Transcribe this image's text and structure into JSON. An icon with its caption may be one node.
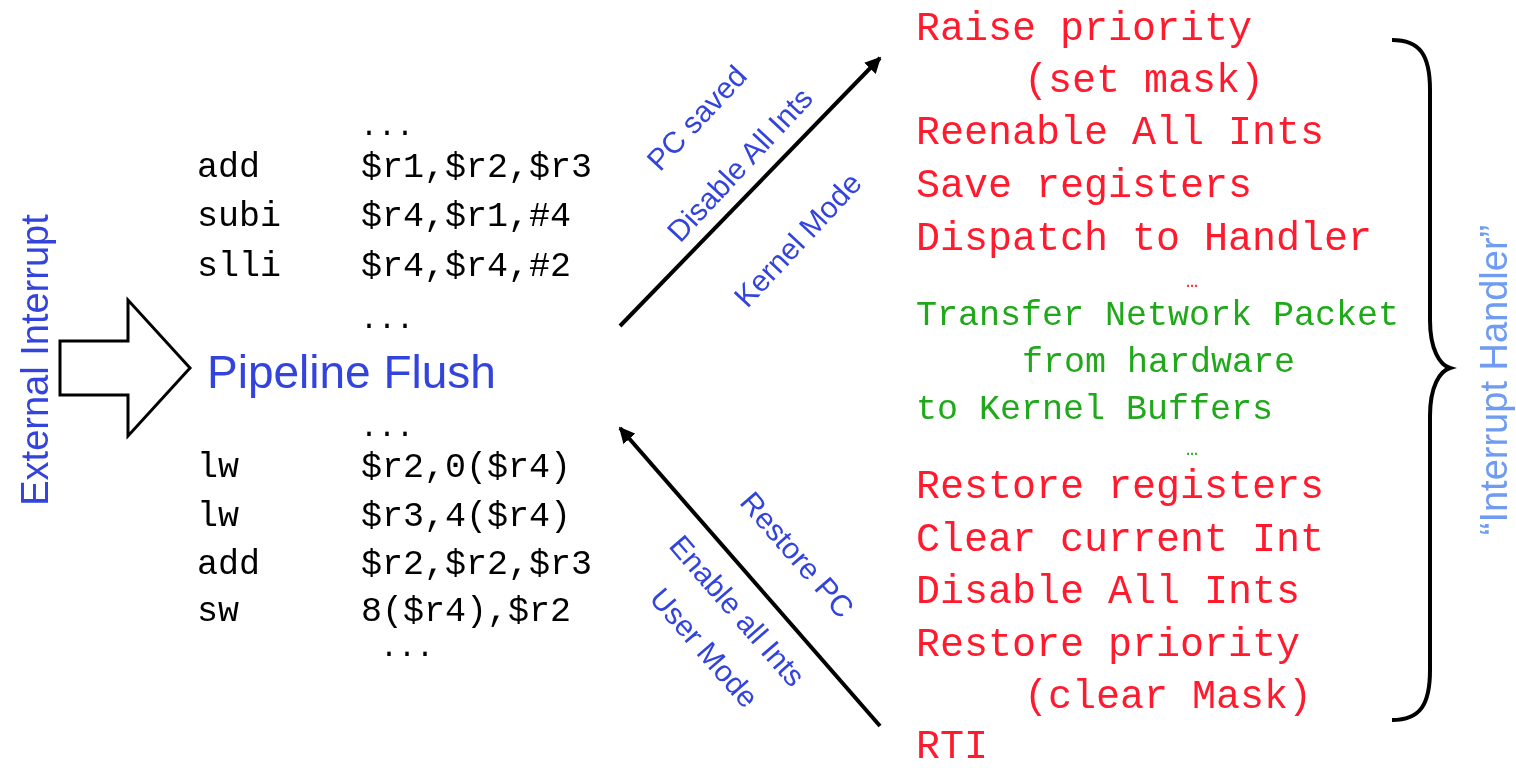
{
  "diagram": {
    "nodes": [
      {
        "text": [
          "External Interrupt"
        ]
      },
      {
        "text": [
          "...",
          "add $r1,$r2,$r3",
          "subi $r4,$r1,#4",
          "slli $r4,$r4,#2",
          "...",
          "Pipeline Flush",
          "...",
          "lw $r2,0($r4)",
          "lw $r3,4($r4)",
          "add $r2,$r2,$r3",
          "sw 8($r4),$r2",
          "..."
        ]
      },
      {
        "text": [
          "Raise priority (set mask)",
          "Reenable All Ints",
          "Save registers",
          "Dispatch to Handler",
          "…",
          "Transfer Network Packet from hardware to Kernel Buffers",
          "…",
          "Restore registers",
          "Clear current Int",
          "Disable All Ints",
          "Restore priority (clear Mask)",
          "RTI"
        ]
      }
    ],
    "edges": [
      {
        "from": 0,
        "to": 1,
        "arrow": "to",
        "style": "thick"
      },
      {
        "from": 1,
        "to": 2,
        "arrow": "to"
      },
      {
        "from": 2,
        "to": 1,
        "arrow": "to"
      }
    ],
    "labels": [
      "PC saved",
      "Disable All Ints",
      "Kernel Mode",
      "Restore PC",
      "Enable all Ints",
      "User Mode",
      "“Interrupt Handler”"
    ]
  }
}
